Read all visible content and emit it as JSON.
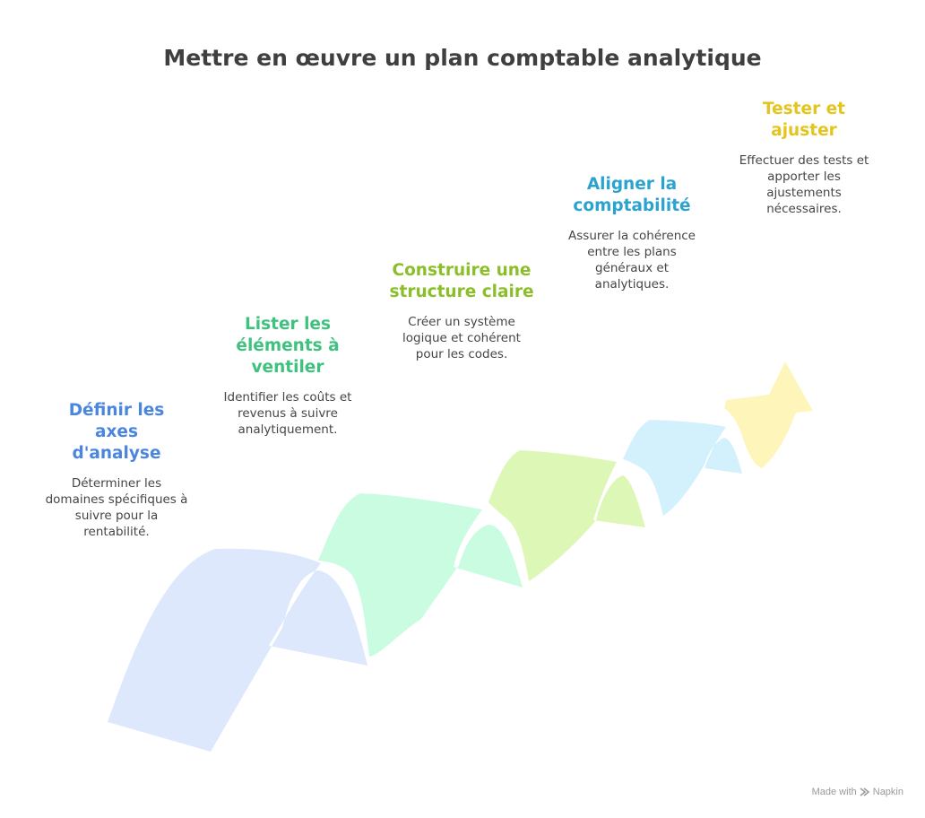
{
  "title": "Mettre en œuvre un plan comptable analytique",
  "steps": [
    {
      "title": "Définir les axes d'analyse",
      "description": "Déterminer les domaines spécifiques à suivre pour la rentabilité.",
      "color": "#4a86e0",
      "ribbon_color": "#dde8fd"
    },
    {
      "title": "Lister les éléments à ventiler",
      "description": "Identifier les coûts et revenus à suivre analytiquement.",
      "color": "#3ec27e",
      "ribbon_color": "#c9fce1"
    },
    {
      "title": "Construire une structure claire",
      "description": "Créer un système logique et cohérent pour les codes.",
      "color": "#8bbf2a",
      "ribbon_color": "#dcf7b6"
    },
    {
      "title": "Aligner la comptabilité",
      "description": "Assurer la cohérence entre les plans généraux et analytiques.",
      "color": "#2aa3cf",
      "ribbon_color": "#d2f1fc"
    },
    {
      "title": "Tester et ajuster",
      "description": "Effectuer des tests et apporter les ajustements nécessaires.",
      "color": "#e3c51d",
      "ribbon_color": "#fdf5b9"
    }
  ],
  "footer": {
    "made_with": "Made with",
    "brand": "Napkin"
  }
}
